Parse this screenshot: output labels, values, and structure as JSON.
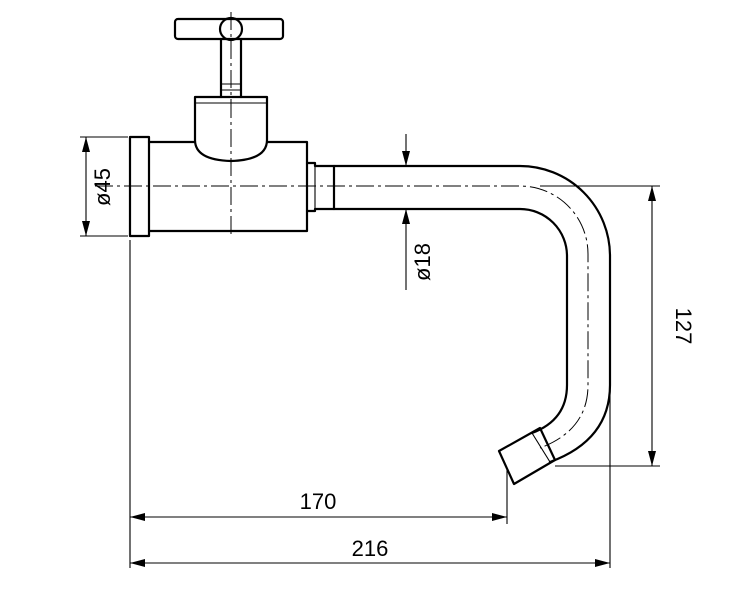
{
  "drawing": {
    "dimensions": {
      "flange_diameter": "ø45",
      "pipe_diameter": "ø18",
      "horizontal_to_outlet": "170",
      "overall_width": "216",
      "spout_drop": "127"
    }
  }
}
